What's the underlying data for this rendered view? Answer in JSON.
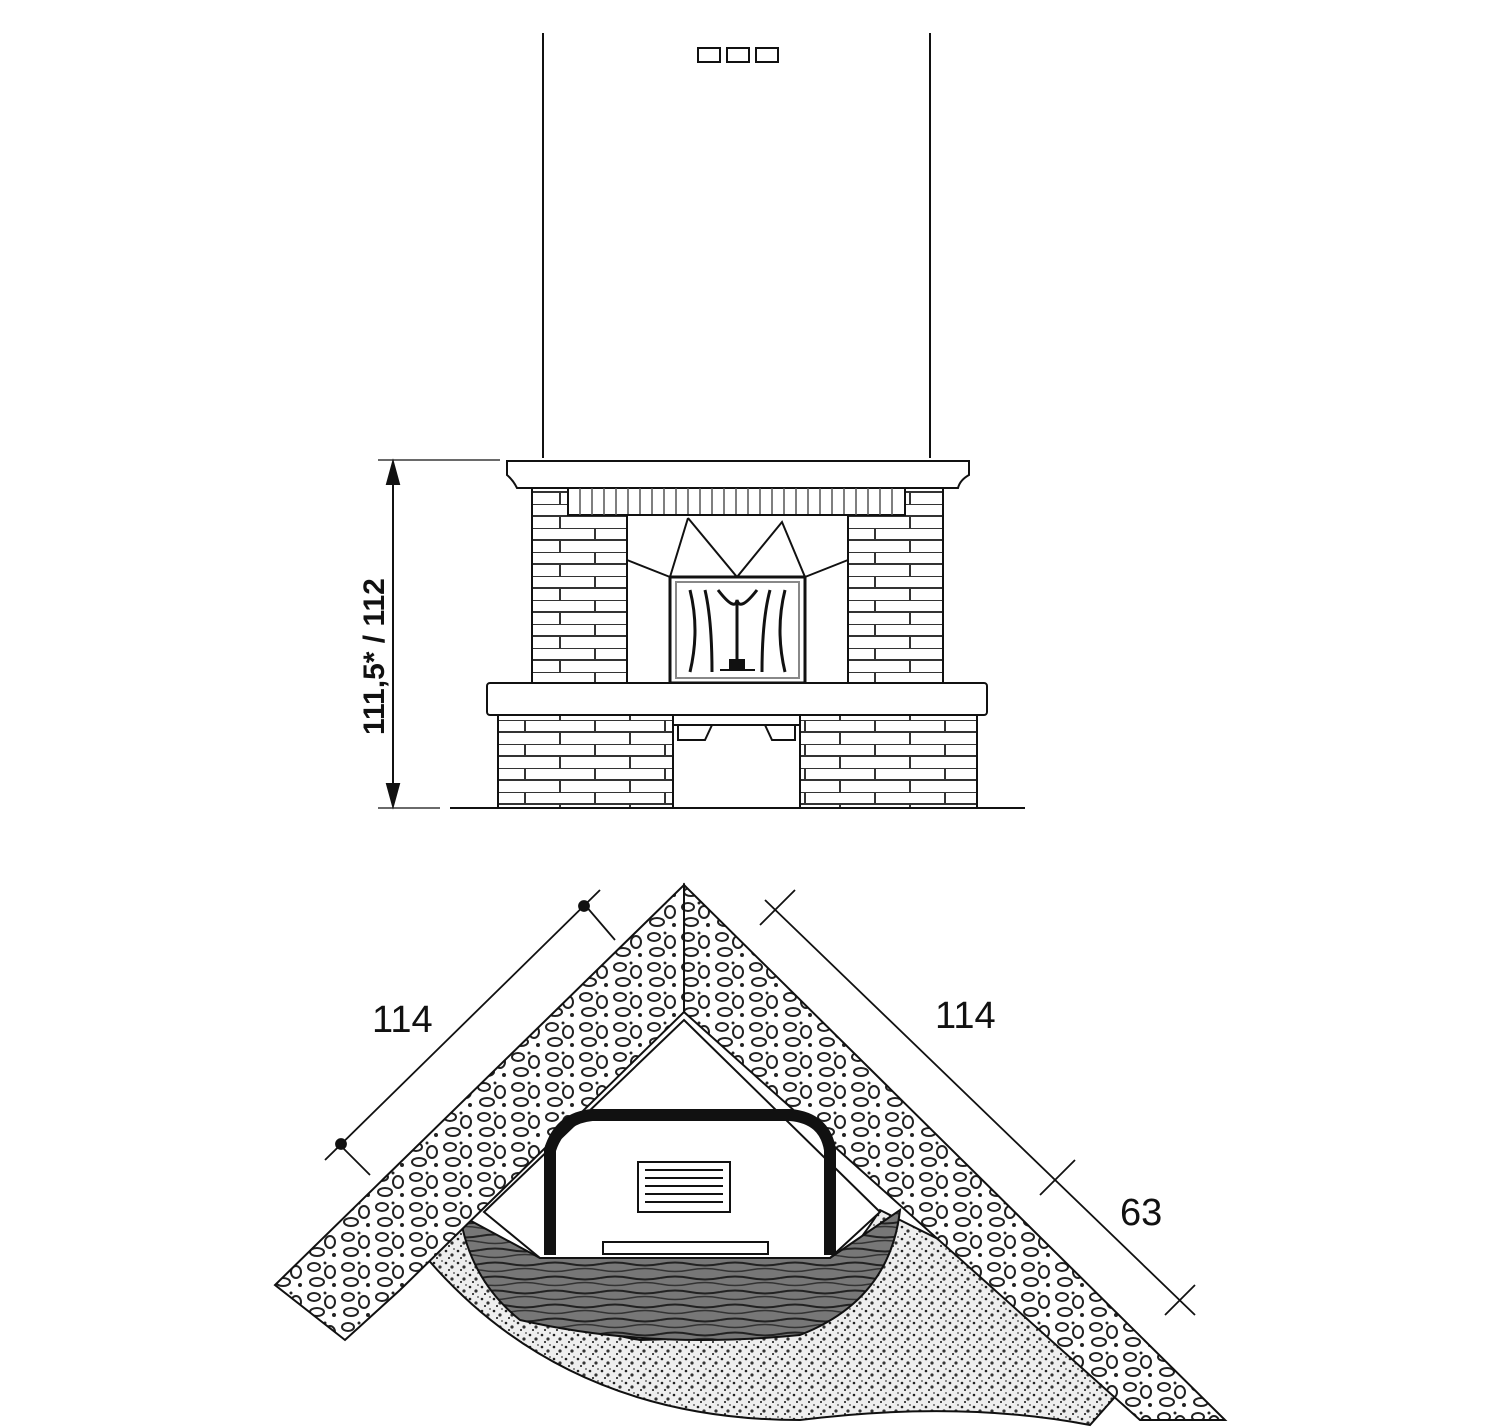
{
  "elevation": {
    "height_dimension": "111,5* / 112"
  },
  "plan": {
    "left_side_dimension": "114",
    "right_side_dimension": "114",
    "depth_dimension": "63"
  },
  "colors": {
    "line": "#111111",
    "brick_line": "#333333"
  }
}
